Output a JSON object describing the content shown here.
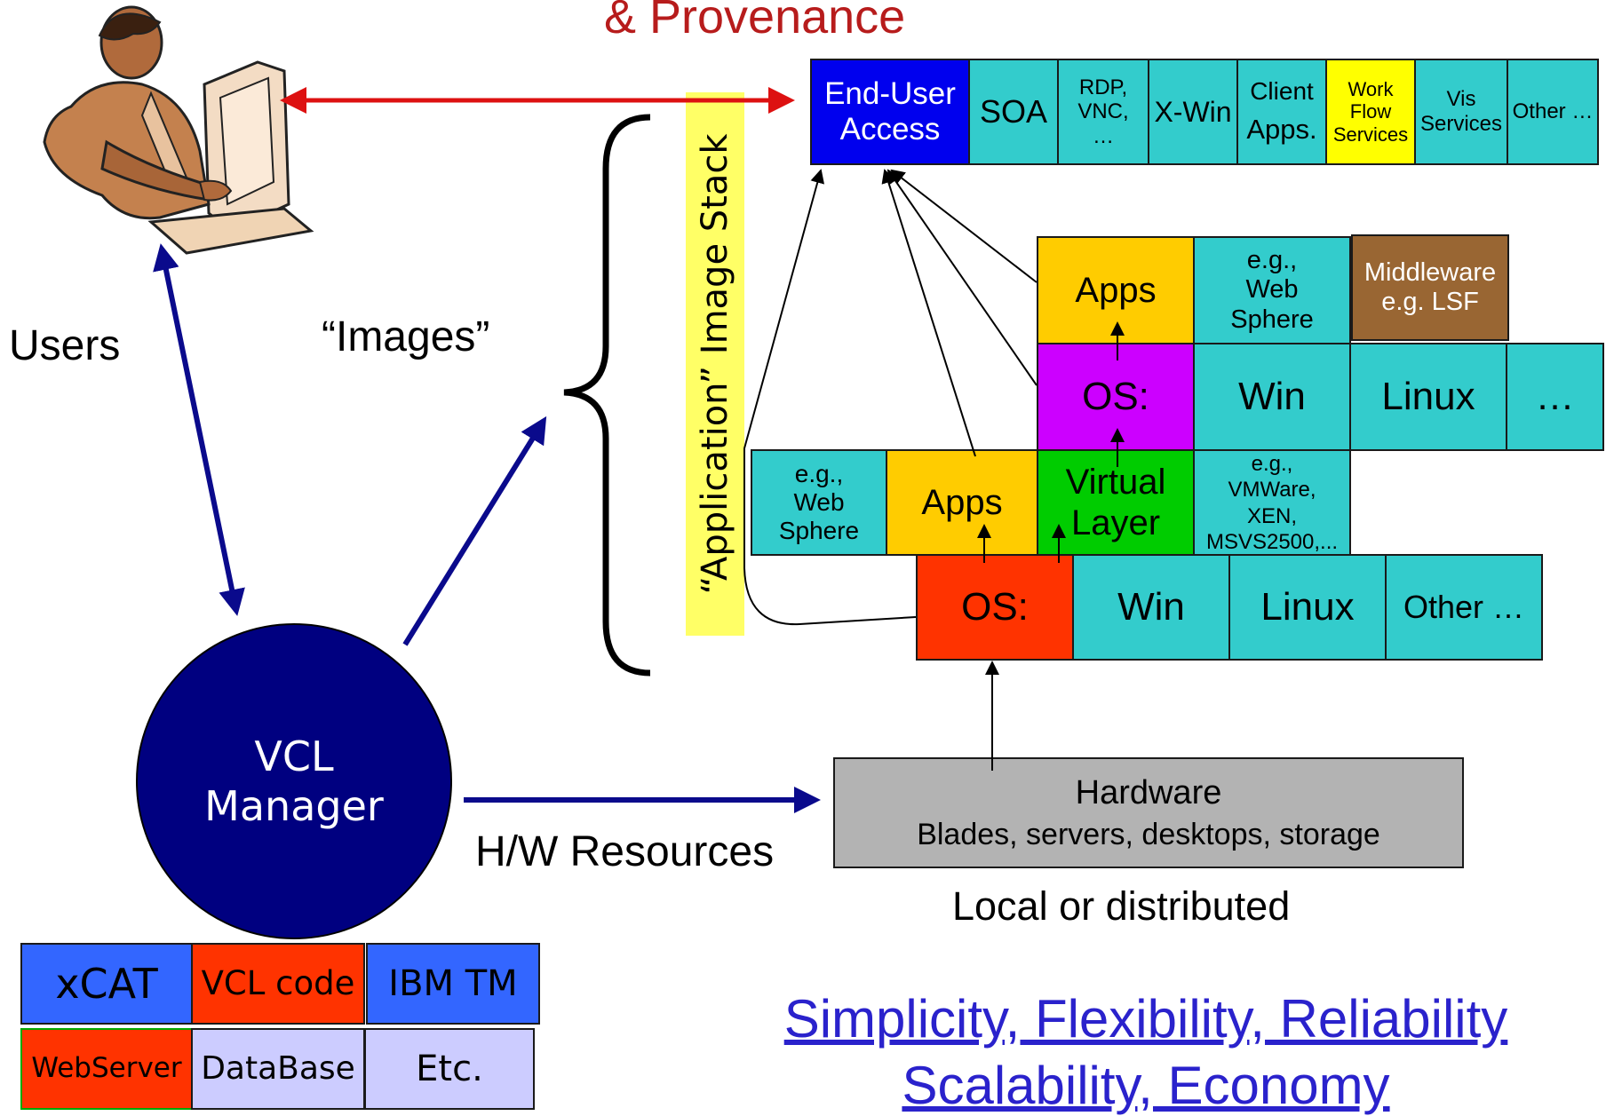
{
  "title_fragment": "& Provenance",
  "labels": {
    "users": "Users",
    "images": "“Images”",
    "hw_resources": "H/W Resources",
    "local_or_distributed": "Local or distributed",
    "app_stack_vertical": "“Application” Image Stack"
  },
  "vcl_manager": {
    "line1": "VCL",
    "line2": "Manager"
  },
  "tools": {
    "row1": [
      "xCAT",
      "VCL code",
      "IBM TM"
    ],
    "row2": [
      "WebServer",
      "DataBase",
      "Etc."
    ]
  },
  "access_row": {
    "end_user": [
      "End-User",
      "Access"
    ],
    "soa": "SOA",
    "rdp": [
      "RDP,",
      "VNC,",
      "…"
    ],
    "xwin": "X-Win",
    "client": [
      "Client",
      "Apps."
    ],
    "workflow": [
      "Work",
      "Flow",
      "Services"
    ],
    "vis": [
      "Vis",
      "Services"
    ],
    "other": "Other …"
  },
  "upper_stack": {
    "apps": "Apps",
    "websphere": [
      "e.g.,",
      "Web",
      "Sphere"
    ],
    "middleware": [
      "Middleware",
      "e.g. LSF"
    ],
    "os": "OS:",
    "win": "Win",
    "linux": "Linux",
    "more": "…"
  },
  "lower_stack": {
    "websphere": [
      "e.g.,",
      "Web",
      "Sphere"
    ],
    "apps": "Apps",
    "virtual": [
      "Virtual",
      "Layer"
    ],
    "vmware": [
      "e.g.,",
      "VMWare,",
      "XEN,",
      "MSVS2500,..."
    ],
    "os": "OS:",
    "win": "Win",
    "linux": "Linux",
    "other": "Other …"
  },
  "hardware": {
    "title": "Hardware",
    "subtitle": "Blades, servers, desktops, storage"
  },
  "footer_links": [
    "Simplicity, Flexibility, Reliability",
    "Scalability, Economy"
  ],
  "colors": {
    "teal": "#33cccc",
    "end_user_blue": "#0000ee",
    "yellow": "#ffff00",
    "apps_orange": "#ffcc00",
    "middleware_brown": "#996633",
    "os_purple": "#cc00ff",
    "virtual_green": "#00cc00",
    "os_red": "#ff3300",
    "hardware_gray": "#b3b3b3",
    "manager_navy": "#000080",
    "arrow_red": "#dd1111",
    "arrow_navy": "#0a0a8c",
    "xcat_blue": "#3366ff",
    "lavender": "#ccccff",
    "stack_label_yellow": "#ffff66"
  }
}
